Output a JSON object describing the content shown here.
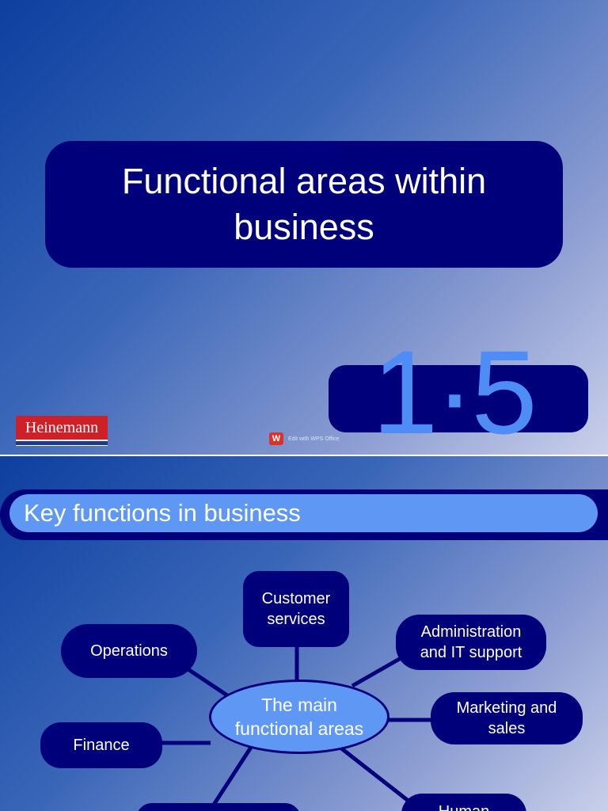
{
  "slide1": {
    "title": "Functional areas within business",
    "section_number": "1·5",
    "logo_text": "Heinemann",
    "watermark_icon": "wps-office-icon",
    "watermark_text": "Edit with WPS Office"
  },
  "slide2": {
    "heading": "Key functions in business",
    "center_label": "The main functional areas",
    "nodes": {
      "customer_services": "Customer services",
      "operations": "Operations",
      "administration": "Administration and IT support",
      "marketing": "Marketing and sales",
      "finance": "Finance",
      "human": "Human"
    }
  },
  "colors": {
    "box_navy": "#00007a",
    "accent_blue": "#5f98f4",
    "number_blue": "#4f8df6"
  }
}
